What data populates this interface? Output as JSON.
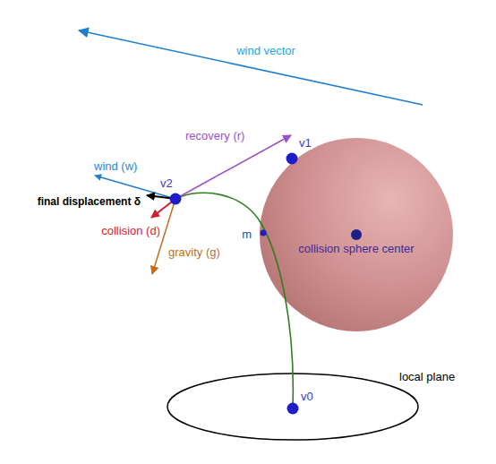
{
  "diagram": {
    "nodes": [
      {
        "text": [
          "collision sphere center"
        ]
      },
      {
        "text": [
          "local plane"
        ]
      }
    ],
    "labels": [
      "wind vector",
      "recovery (r)",
      "v1",
      "v2",
      "wind (w)",
      "final displacement δ",
      "collision (d)",
      "gravity (g)",
      "m",
      "v0"
    ]
  }
}
